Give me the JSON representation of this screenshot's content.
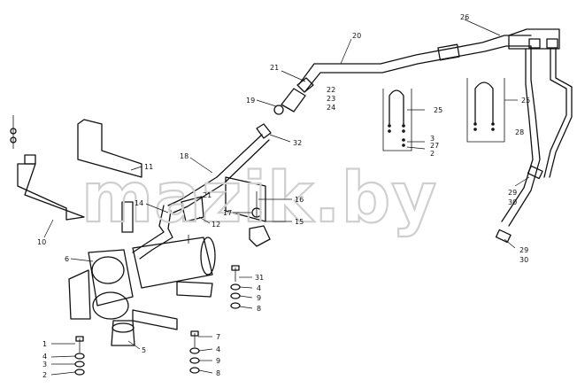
{
  "watermark": "mazik.by",
  "callouts": [
    {
      "id": "c20",
      "text": "20"
    },
    {
      "id": "c26",
      "text": "26"
    },
    {
      "id": "c21a",
      "text": "21"
    },
    {
      "id": "c22",
      "text": "22"
    },
    {
      "id": "c23",
      "text": "23"
    },
    {
      "id": "c24",
      "text": "24"
    },
    {
      "id": "c19",
      "text": "19"
    },
    {
      "id": "c25a",
      "text": "25"
    },
    {
      "id": "c25b",
      "text": "25"
    },
    {
      "id": "c28",
      "text": "28"
    },
    {
      "id": "c32",
      "text": "32"
    },
    {
      "id": "c3a",
      "text": "3"
    },
    {
      "id": "c27",
      "text": "27"
    },
    {
      "id": "c2a",
      "text": "2"
    },
    {
      "id": "c18",
      "text": "18"
    },
    {
      "id": "c11",
      "text": "11"
    },
    {
      "id": "c21b",
      "text": "21"
    },
    {
      "id": "c16",
      "text": "16"
    },
    {
      "id": "c17",
      "text": "17"
    },
    {
      "id": "c15",
      "text": "15"
    },
    {
      "id": "c14",
      "text": "14"
    },
    {
      "id": "c12",
      "text": "12"
    },
    {
      "id": "c10",
      "text": "10"
    },
    {
      "id": "c29a",
      "text": "29"
    },
    {
      "id": "c30a",
      "text": "30"
    },
    {
      "id": "c29b",
      "text": "29"
    },
    {
      "id": "c30b",
      "text": "30"
    },
    {
      "id": "c6",
      "text": "6"
    },
    {
      "id": "c31",
      "text": "31"
    },
    {
      "id": "c4a",
      "text": "4"
    },
    {
      "id": "c9a",
      "text": "9"
    },
    {
      "id": "c8a",
      "text": "8"
    },
    {
      "id": "c7",
      "text": "7"
    },
    {
      "id": "c4b",
      "text": "4"
    },
    {
      "id": "c9b",
      "text": "9"
    },
    {
      "id": "c8b",
      "text": "8"
    },
    {
      "id": "c5",
      "text": "5"
    },
    {
      "id": "c1",
      "text": "1"
    },
    {
      "id": "c4c",
      "text": "4"
    },
    {
      "id": "c3b",
      "text": "3"
    },
    {
      "id": "c2b",
      "text": "2"
    }
  ]
}
